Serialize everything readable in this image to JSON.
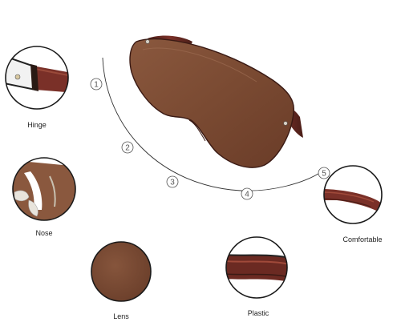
{
  "features": [
    {
      "id": "hinge",
      "label": "Hinge",
      "icon": "hinge-detail-icon"
    },
    {
      "id": "nose",
      "label": "Nose",
      "icon": "nose-pad-detail-icon"
    },
    {
      "id": "lens",
      "label": "Lens",
      "icon": "lens-detail-icon"
    },
    {
      "id": "plastic",
      "label": "Plastic",
      "icon": "plastic-frame-detail-icon"
    },
    {
      "id": "comfortable",
      "label": "Comfortable",
      "icon": "temple-arm-detail-icon"
    }
  ],
  "steps": [
    "1",
    "2",
    "3",
    "4",
    "5"
  ],
  "colors": {
    "lens": "#7a4a32",
    "lens_dark": "#5c3220",
    "frame_brown": "#6b2a22",
    "frame_dark": "#3a1a14",
    "circle_border": "#1a1a1a",
    "arc": "#333333"
  }
}
